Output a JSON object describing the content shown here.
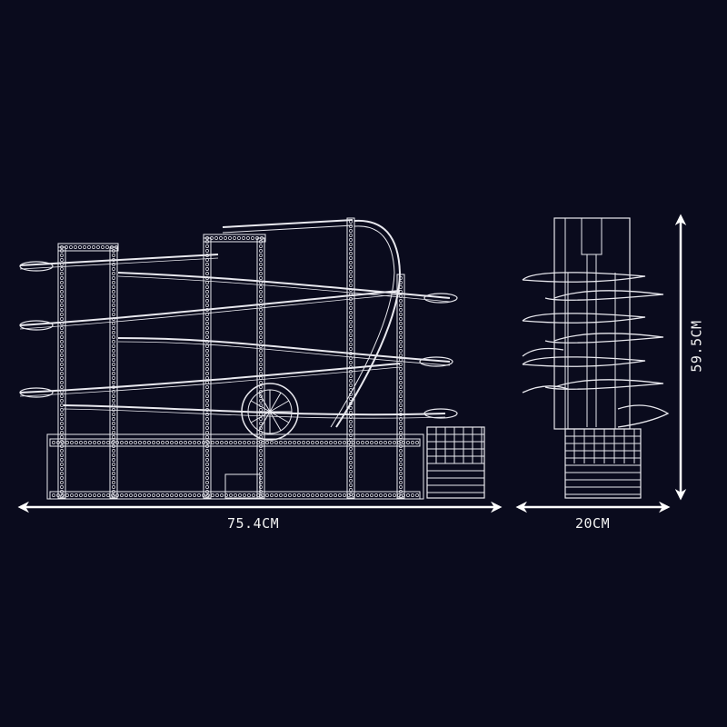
{
  "dimensions": {
    "width_label": "75.4CM",
    "depth_label": "20CM",
    "height_label": "59.5CM"
  },
  "colors": {
    "background": "#0a0b1d",
    "line": "#e8e8ee",
    "arrow": "#ffffff"
  }
}
